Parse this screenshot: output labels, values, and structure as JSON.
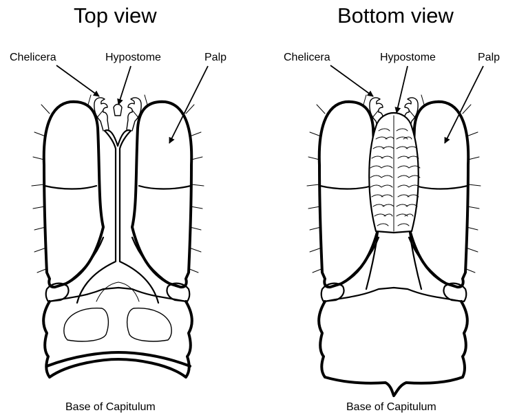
{
  "panels": [
    {
      "title": "Top view",
      "labels": {
        "chelicera": "Chelicera",
        "hypostome": "Hypostome",
        "palp": "Palp"
      },
      "caption": "Base of Capitulum"
    },
    {
      "title": "Bottom view",
      "labels": {
        "chelicera": "Chelicera",
        "hypostome": "Hypostome",
        "palp": "Palp"
      },
      "caption": "Base of Capitulum"
    }
  ]
}
